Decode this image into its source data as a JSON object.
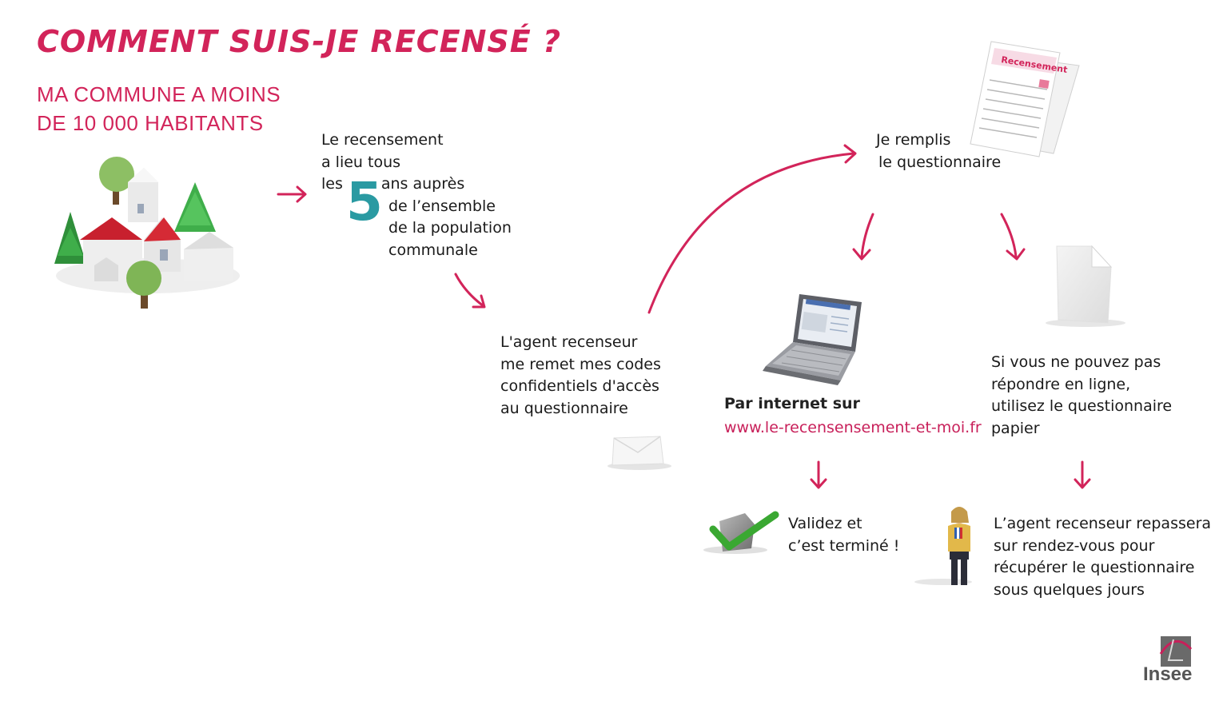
{
  "header": {
    "title": "COMMENT SUIS-JE RECENSÉ ?",
    "subtitle_lines": [
      "MA COMMUNE A MOINS",
      "DE 10 000 HABITANTS"
    ]
  },
  "steps": {
    "census": {
      "line1": "Le recensement",
      "line2": "a lieu tous",
      "line3_before": "les",
      "number": "5",
      "line3_after": "ans auprès",
      "line4": "de l’ensemble",
      "line5": "de la population",
      "line6": "communale"
    },
    "agent": {
      "lines": [
        "L'agent recenseur",
        "me remet mes codes",
        "confidentiels d'accès",
        "au questionnaire"
      ]
    },
    "fill": {
      "lines": [
        "Je remplis",
        "le questionnaire"
      ]
    },
    "internet": {
      "label": "Par internet sur",
      "url": "www.le-recensensement-et-moi.fr"
    },
    "paper": {
      "lines": [
        "Si vous ne pouvez pas",
        "répondre en ligne,",
        "utilisez le questionnaire",
        "papier"
      ]
    },
    "validate": {
      "lines": [
        "Validez et",
        "c’est terminé !"
      ]
    },
    "pickup": {
      "lines": [
        "L’agent recenseur repassera",
        "sur rendez-vous pour",
        "récupérer le questionnaire",
        "sous quelques jours"
      ]
    }
  },
  "flyer": {
    "heading": "Recensement"
  },
  "logo": {
    "name": "Insee"
  },
  "colors": {
    "accent": "#d2245a",
    "number": "#2a9aa2",
    "check": "#3aa832"
  },
  "icons": [
    "village-icon",
    "envelope-icon",
    "laptop-icon",
    "paper-sheet-icon",
    "questionnaire-flyer-icon",
    "checkmark-box-icon",
    "agent-person-icon",
    "insee-logo-icon"
  ]
}
